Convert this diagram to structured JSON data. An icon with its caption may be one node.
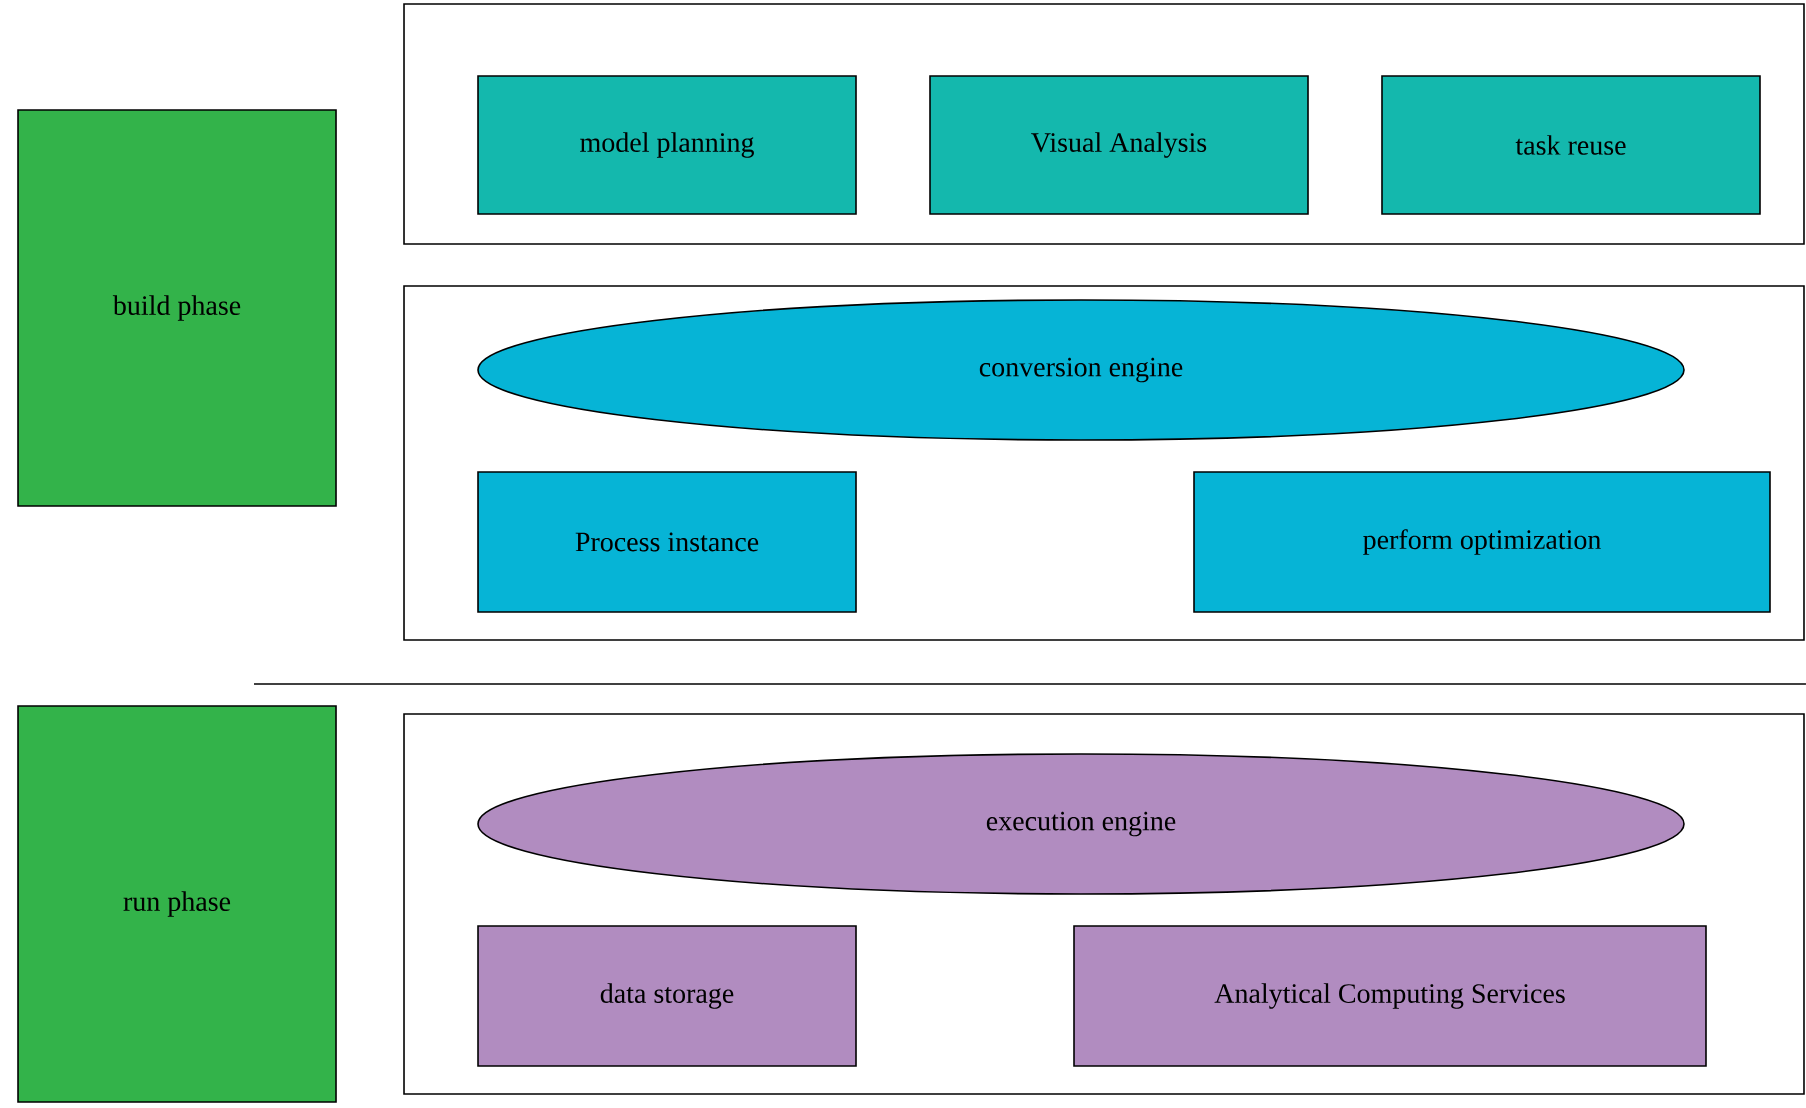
{
  "diagram": {
    "nodes": [
      {
        "text": [
          "build phase"
        ]
      },
      {
        "text": [],
        "shape": "box"
      },
      {
        "text": [
          "model planning"
        ],
        "in": 1
      },
      {
        "text": [
          "Visual Analysis"
        ],
        "in": 1
      },
      {
        "text": [
          "task reuse"
        ],
        "in": 1
      },
      {
        "text": [],
        "shape": "box"
      },
      {
        "text": [
          "conversion engine"
        ],
        "in": 5
      },
      {
        "text": [
          "Process instance"
        ],
        "in": 5
      },
      {
        "text": [
          "perform optimization"
        ],
        "in": 5
      },
      {
        "text": [
          "run phase"
        ]
      },
      {
        "text": [],
        "shape": "box"
      },
      {
        "text": [
          "execution engine"
        ],
        "in": 10
      },
      {
        "text": [
          "data storage"
        ],
        "in": 10
      },
      {
        "text": [
          "Analytical Computing Services"
        ],
        "in": 10
      }
    ]
  }
}
